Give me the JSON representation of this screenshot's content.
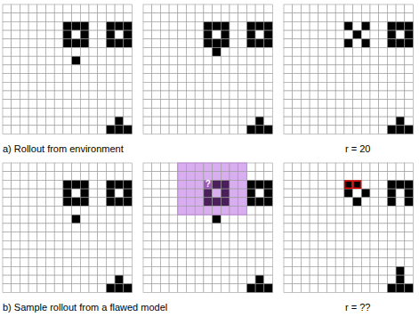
{
  "diagram": {
    "labels": [
      "a) Rollout from environment",
      "r = 20",
      "?",
      "b) Sample rollout from a flawed model",
      "r = ??"
    ]
  }
}
